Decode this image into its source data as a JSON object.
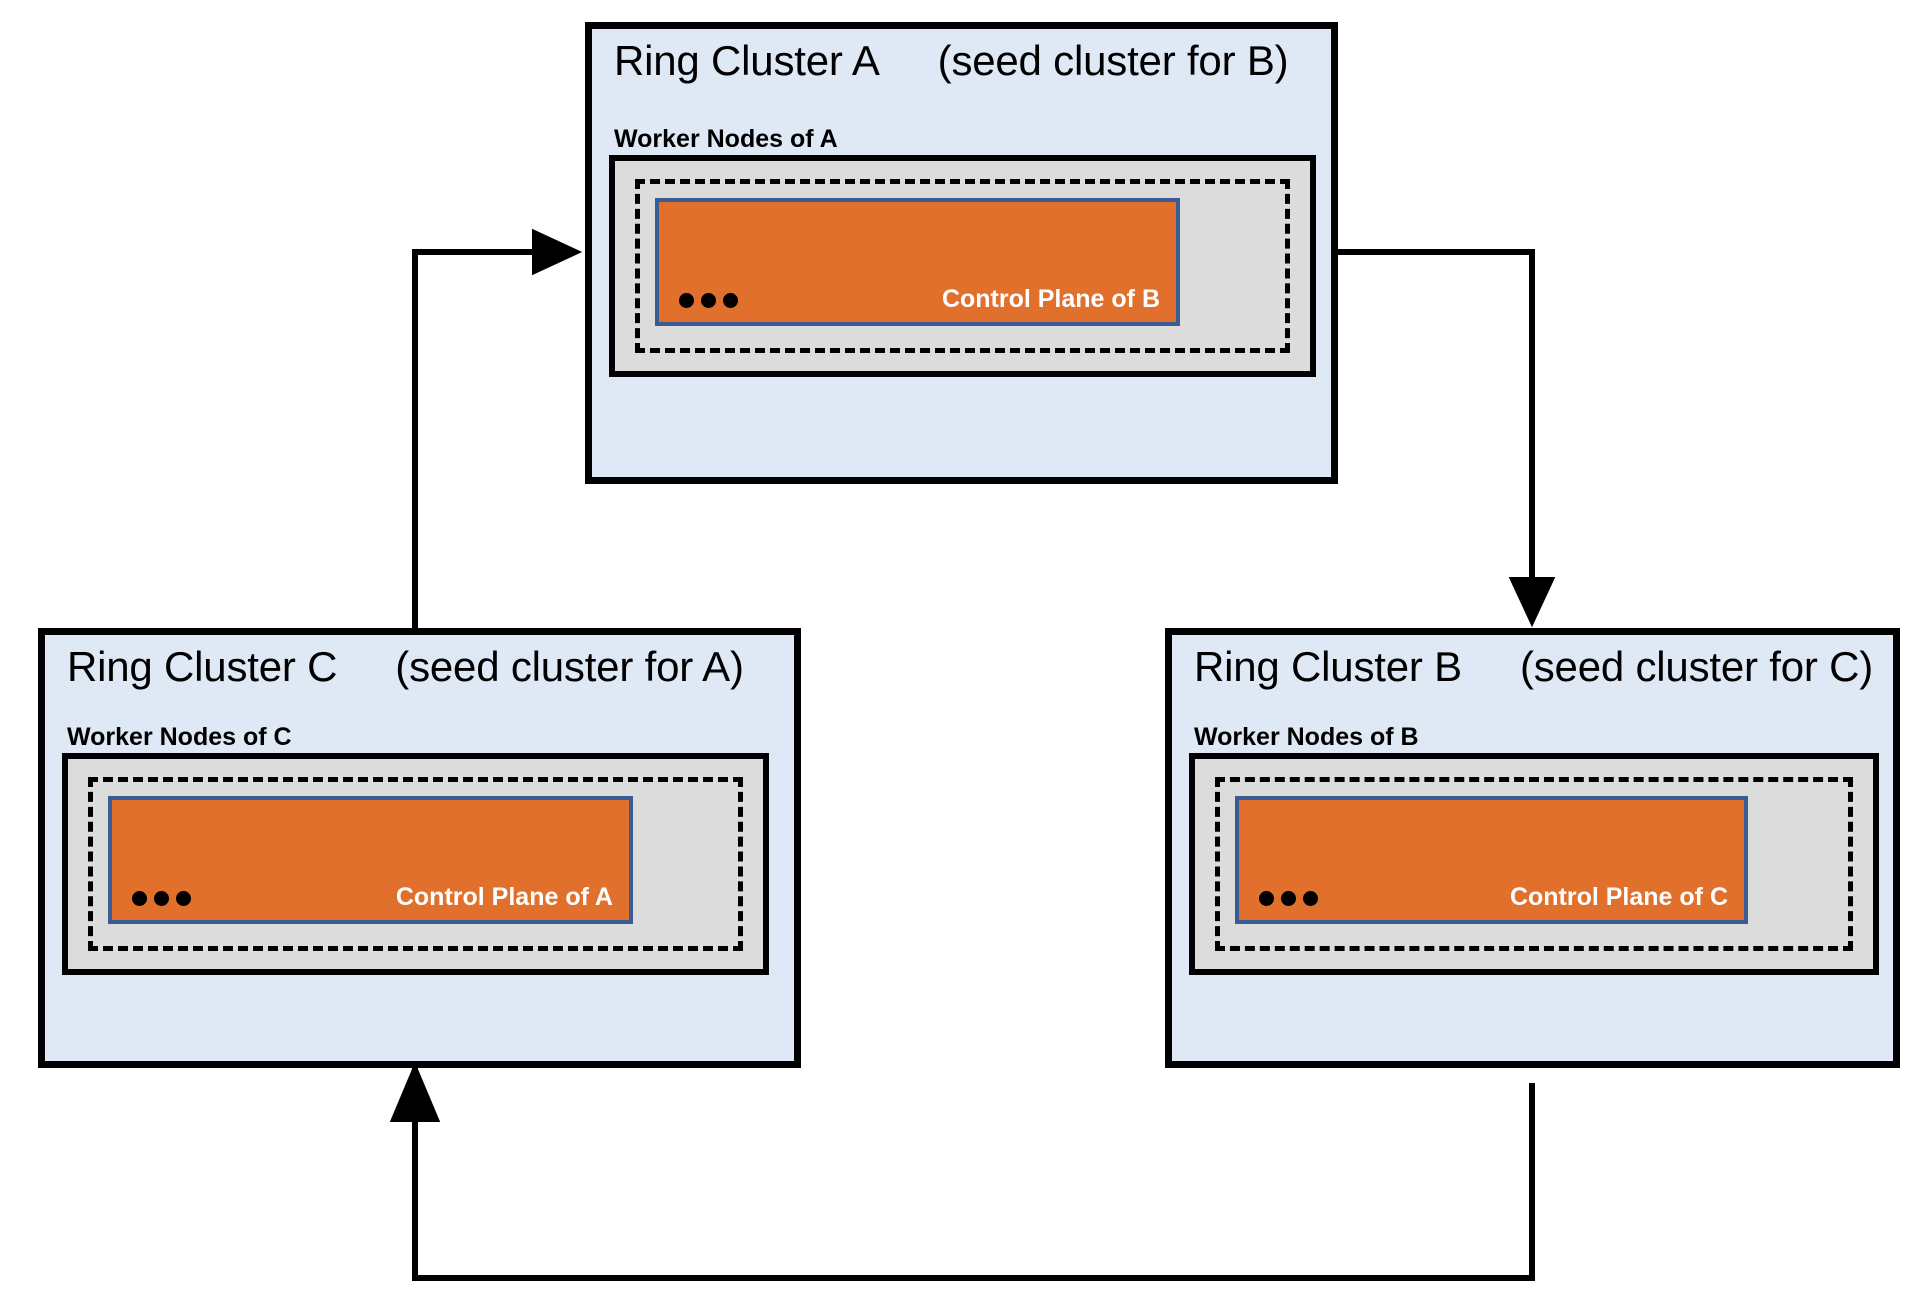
{
  "diagram": {
    "title": "Ring cluster topology with seed cluster relationships",
    "colors": {
      "cluster_fill": "#dee9f5",
      "worker_band_fill": "#dcdcdc",
      "control_plane_fill": "#e0702b",
      "control_plane_border": "#3a5c94",
      "outline": "#000000",
      "control_plane_label": "#ffffff",
      "background": "#ffffff"
    },
    "clusters": [
      {
        "id": "A",
        "name": "Ring Cluster A",
        "seed_note": "(seed cluster for B)",
        "worker_label": "Worker Nodes of A",
        "control_plane_label": "Control Plane of B",
        "ellipsis": "•••"
      },
      {
        "id": "C",
        "name": "Ring Cluster C",
        "seed_note": "(seed cluster for A)",
        "worker_label": "Worker Nodes of C",
        "control_plane_label": "Control Plane of A",
        "ellipsis": "•••"
      },
      {
        "id": "B",
        "name": "Ring Cluster B",
        "seed_note": "(seed cluster for C)",
        "worker_label": "Worker Nodes of B",
        "control_plane_label": "Control Plane of C",
        "ellipsis": "•••"
      }
    ],
    "connections": [
      {
        "id": "c-to-a",
        "from": "Ring Cluster C",
        "to": "Ring Cluster A",
        "arrowhead": "right"
      },
      {
        "id": "a-to-b",
        "from": "Ring Cluster A",
        "to": "Ring Cluster B",
        "arrowhead": "down"
      },
      {
        "id": "b-to-c",
        "from": "Ring Cluster B",
        "to": "Ring Cluster C",
        "arrowhead": "up"
      }
    ]
  }
}
